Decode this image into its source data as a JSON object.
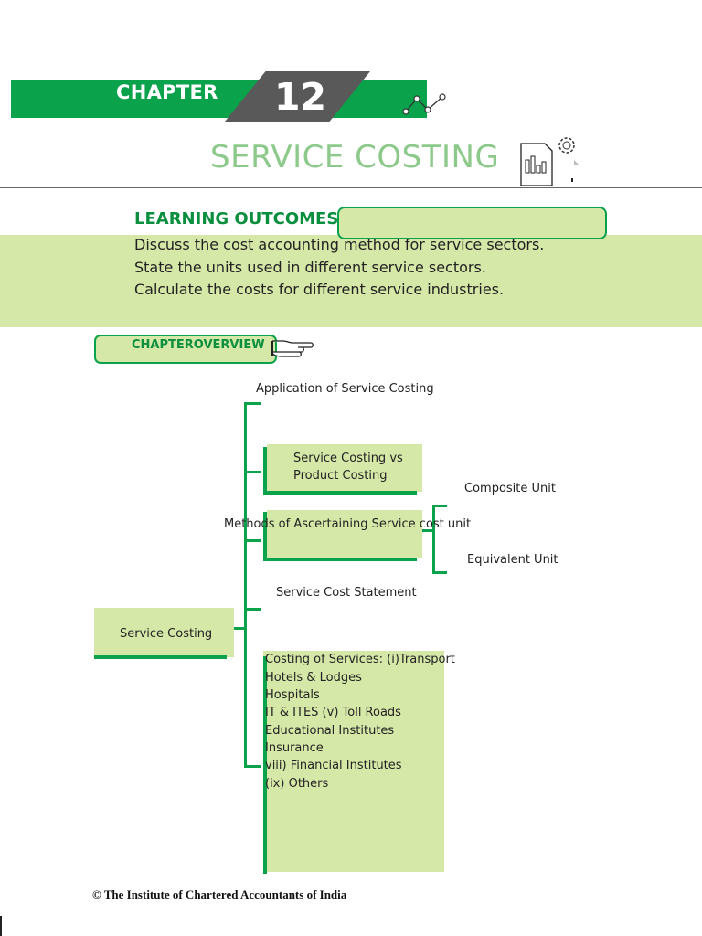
{
  "header": {
    "chapter_label": "CHAPTER",
    "chapter_number": "12",
    "title": "SERVICE COSTING"
  },
  "learning_outcomes": {
    "heading": "LEARNING OUTCOMES",
    "items": [
      "Discuss the cost accounting method for service  sectors.",
      "State the units used in different service  sectors.",
      "Calculate the costs for different service  industries."
    ]
  },
  "chapter_overview": {
    "label": "CHAPTEROVERVIEW"
  },
  "diagram": {
    "root": "Service Costing",
    "branches": {
      "application": "Application of Service Costing",
      "vs_line1": "Service Costing vs",
      "vs_line2": "Product Costing",
      "methods": "Methods of Ascertaining Service cost unit",
      "composite": "Composite Unit",
      "equivalent": "Equivalent Unit",
      "statement": "Service Cost Statement",
      "costing_services": [
        "Costing of Services: (i)Transport",
        "Hotels & Lodges",
        "Hospitals",
        "IT & ITES (v) Toll Roads",
        "Educational Institutes",
        "Insurance",
        "viii) Financial Institutes",
        "(ix) Others"
      ]
    }
  },
  "footer": {
    "copyright": "© The Institute of Chartered  Accountants of India"
  },
  "colors": {
    "brand_green": "#0aa24a",
    "light_green": "#d6e8a8",
    "title_green": "#8cc98a",
    "chapter_gray": "#595959"
  }
}
